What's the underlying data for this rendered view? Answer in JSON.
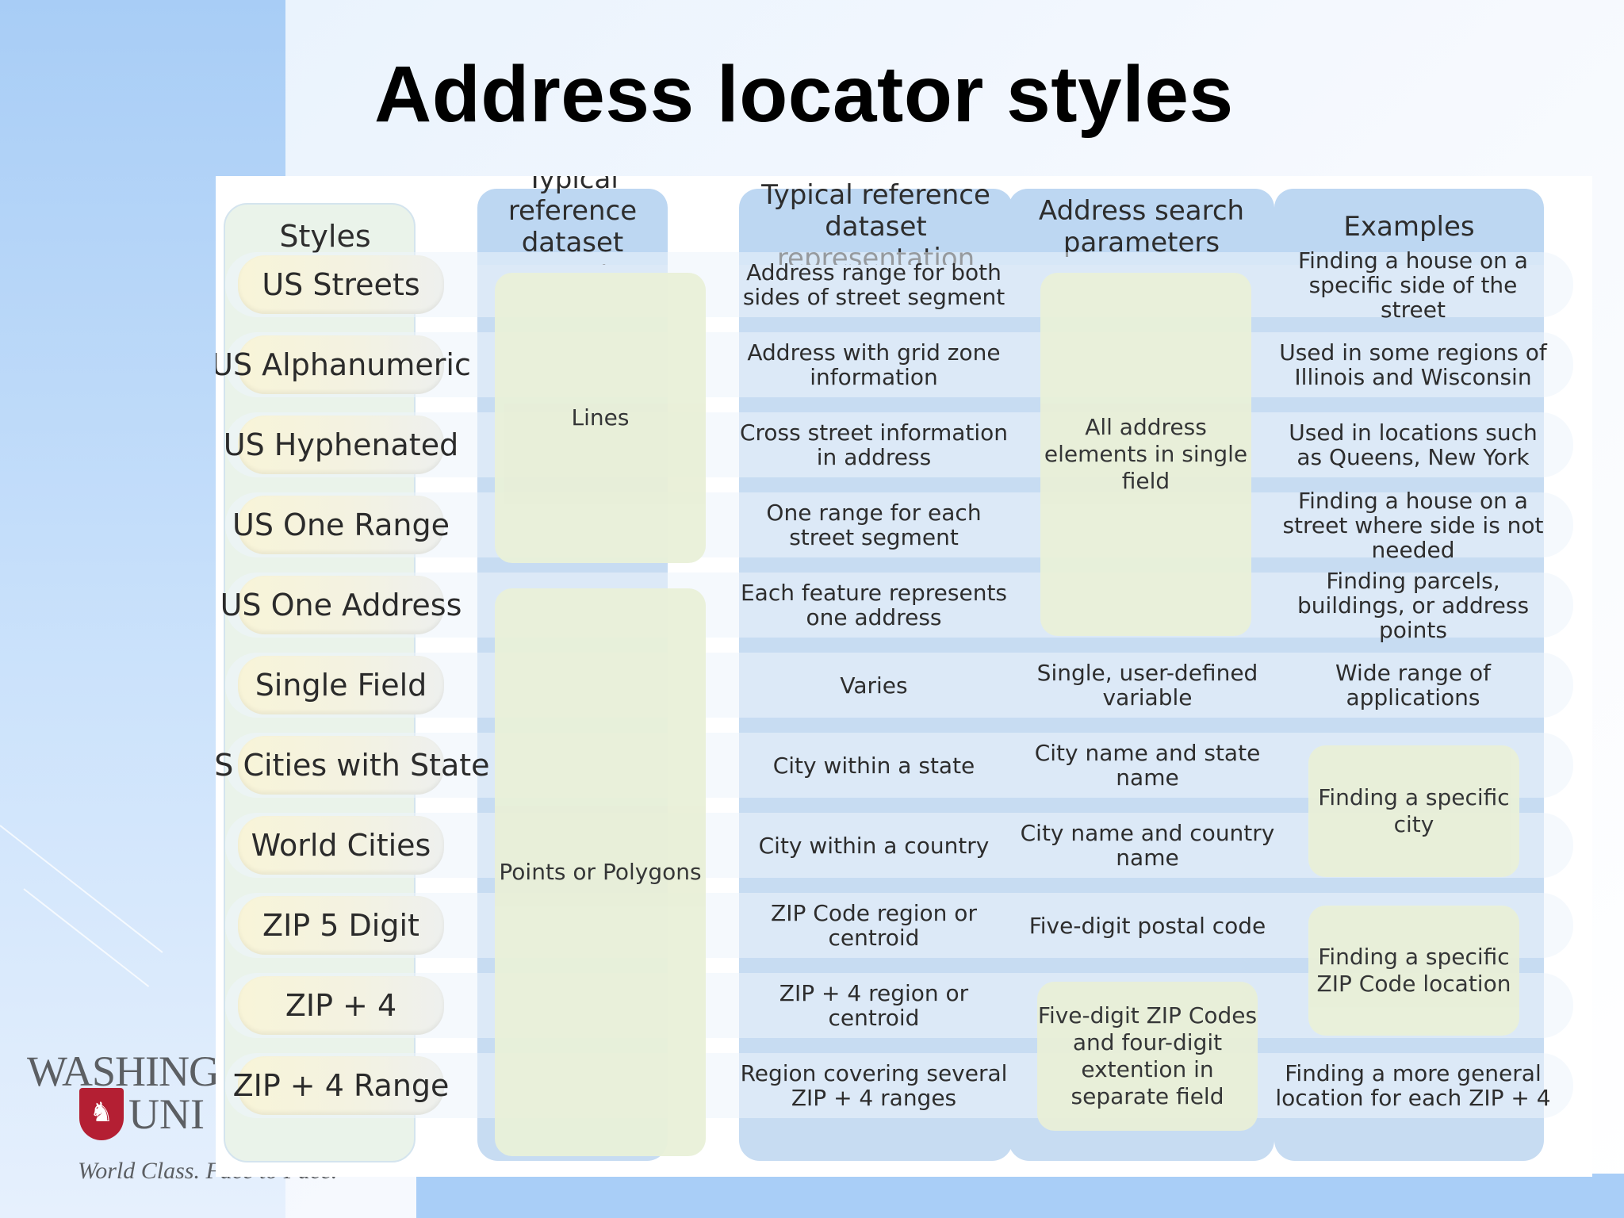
{
  "slide": {
    "title": "Address locator styles"
  },
  "logo": {
    "line1": "WASHINGT",
    "line2": "UNI",
    "tagline": "World Class. Face to Face."
  },
  "table": {
    "headers": {
      "styles": "Styles",
      "geometry": "Typical reference dataset geometry",
      "representation": "Typical reference dataset representation",
      "search": "Address search parameters",
      "examples": "Examples"
    },
    "rows": [
      {
        "style": "US Streets",
        "representation": "Address range for both sides of street segment",
        "example": "Finding a house on a specific side of the street"
      },
      {
        "style": "US Alphanumeric",
        "representation": "Address with grid zone information",
        "example": "Used in some regions of Illinois and Wisconsin"
      },
      {
        "style": "US Hyphenated",
        "representation": "Cross street information in address",
        "example": "Used in locations such as Queens, New York"
      },
      {
        "style": "US One Range",
        "representation": "One range for each street segment",
        "example": "Finding a house on a street where side is not needed"
      },
      {
        "style": "US One Address",
        "representation": "Each feature represents one address",
        "example": "Finding parcels, buildings, or address points"
      },
      {
        "style": "Single Field",
        "representation": "Varies",
        "search": "Single, user-defined variable",
        "example": "Wide range of applications"
      },
      {
        "style": "US Cities with State",
        "representation": "City within a state",
        "search": "City name and state name"
      },
      {
        "style": "World Cities",
        "representation": "City within a country",
        "search": "City name and country name"
      },
      {
        "style": "ZIP 5 Digit",
        "representation": "ZIP Code region or centroid",
        "search": "Five-digit postal code"
      },
      {
        "style": "ZIP + 4",
        "representation": "ZIP + 4 region or centroid"
      },
      {
        "style": "ZIP + 4 Range",
        "representation": "Region covering several ZIP + 4 ranges",
        "example": "Finding a more general location for each ZIP + 4"
      }
    ],
    "merged": {
      "geom_lines": "Lines",
      "geom_points": "Points or Polygons",
      "search_all": "All address elements in single field",
      "search_zip4": "Five-digit ZIP Codes and four-digit extention in separate field",
      "example_city": "Finding a specific city",
      "example_zip": "Finding a specific ZIP Code location"
    }
  }
}
